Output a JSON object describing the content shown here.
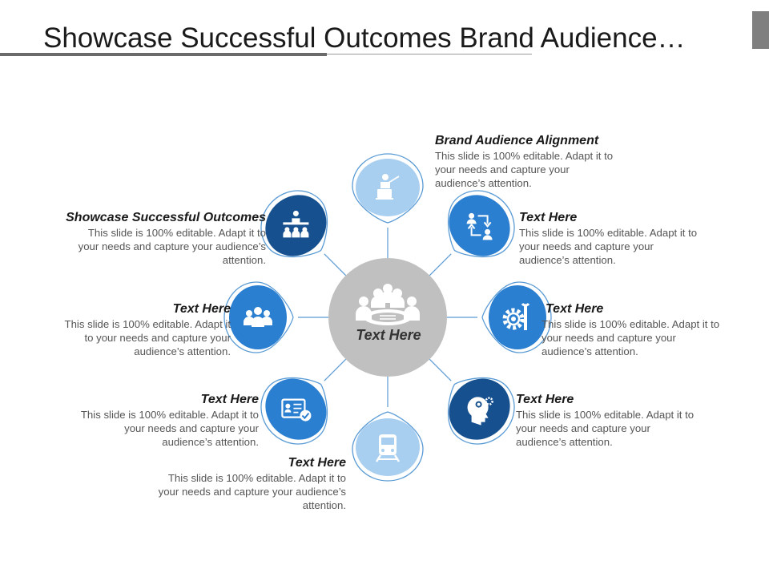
{
  "title": "Showcase Successful Outcomes Brand Audience…",
  "colors": {
    "dark_blue": "#16508f",
    "mid_blue": "#2b7fd0",
    "light_blue": "#a9cff0",
    "center_gray": "#c0c0c0",
    "outline": "#5a9bd5"
  },
  "center": {
    "label": "Text Here",
    "icon": "people-meeting-icon"
  },
  "items": [
    {
      "heading": "Brand Audience Alignment",
      "body": [
        "This slide is 100% editable. Adapt it to",
        "your needs and capture your",
        "audience’s attention."
      ],
      "icon": "presenter-icon"
    },
    {
      "heading": "Text Here",
      "body": [
        "This slide is 100% editable. Adapt it to",
        "your needs and capture your",
        "audience’s attention."
      ],
      "icon": "user-exchange-icon"
    },
    {
      "heading": "Text Here",
      "body": [
        "This slide is 100% editable. Adapt it to",
        "your needs and capture your",
        "audience’s attention."
      ],
      "icon": "gear-wrench-icon"
    },
    {
      "heading": "Text Here",
      "body": [
        "This slide is 100% editable. Adapt it to",
        "your needs and capture your",
        "audience’s attention."
      ],
      "icon": "head-gears-icon"
    },
    {
      "heading": "Text Here",
      "body": [
        "This slide is 100% editable. Adapt it to",
        "your needs and capture your audience’s",
        "attention."
      ],
      "icon": "train-icon"
    },
    {
      "heading": "Text Here",
      "body": [
        "This slide is 100% editable. Adapt it to",
        "your needs and capture your",
        "audience’s attention."
      ],
      "icon": "id-card-check-icon"
    },
    {
      "heading": "Text Here",
      "body": [
        "This slide is 100% editable. Adapt it",
        "to your needs and capture your",
        "audience’s attention."
      ],
      "icon": "team-icon"
    },
    {
      "heading": "Showcase Successful Outcomes",
      "body": [
        "This slide is 100% editable. Adapt it to",
        "your needs and capture your audience’s",
        "attention."
      ],
      "icon": "classroom-icon"
    }
  ]
}
